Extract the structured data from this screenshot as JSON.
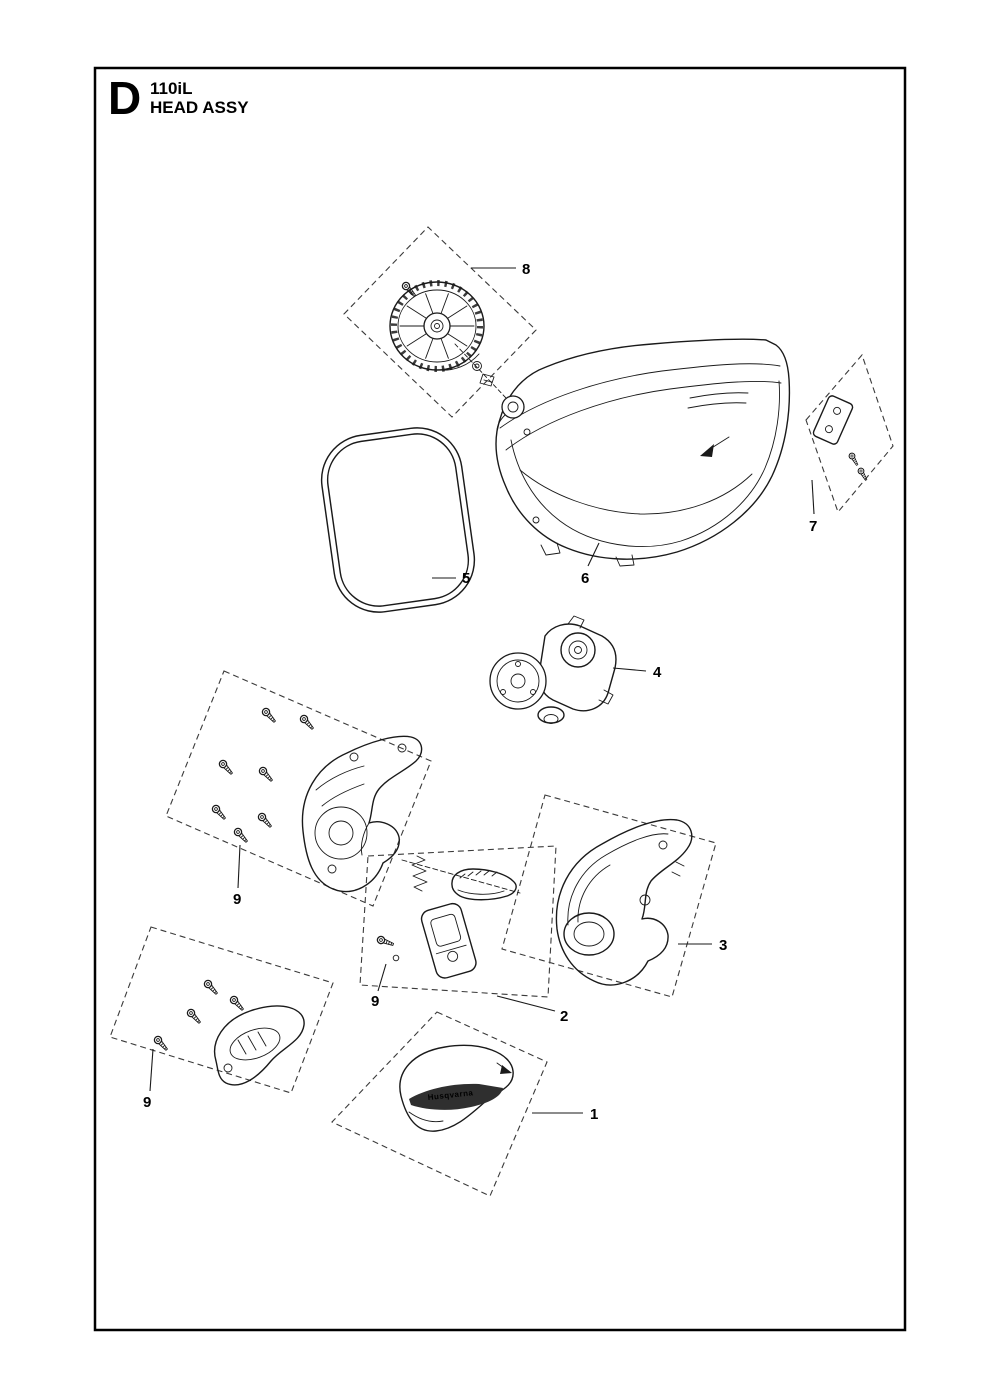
{
  "header": {
    "section_letter": "D",
    "model": "110iL",
    "assembly_name": "HEAD ASSY"
  },
  "callouts": {
    "part1": "1",
    "part2": "2",
    "part3": "3",
    "part4": "4",
    "part5": "5",
    "part6": "6",
    "part7": "7",
    "part8": "8",
    "part9": "9"
  },
  "branding": {
    "logo_text": "Husqvarna"
  },
  "diagram": {
    "line_color": "#1a1a1a",
    "page_background": "#ffffff"
  }
}
